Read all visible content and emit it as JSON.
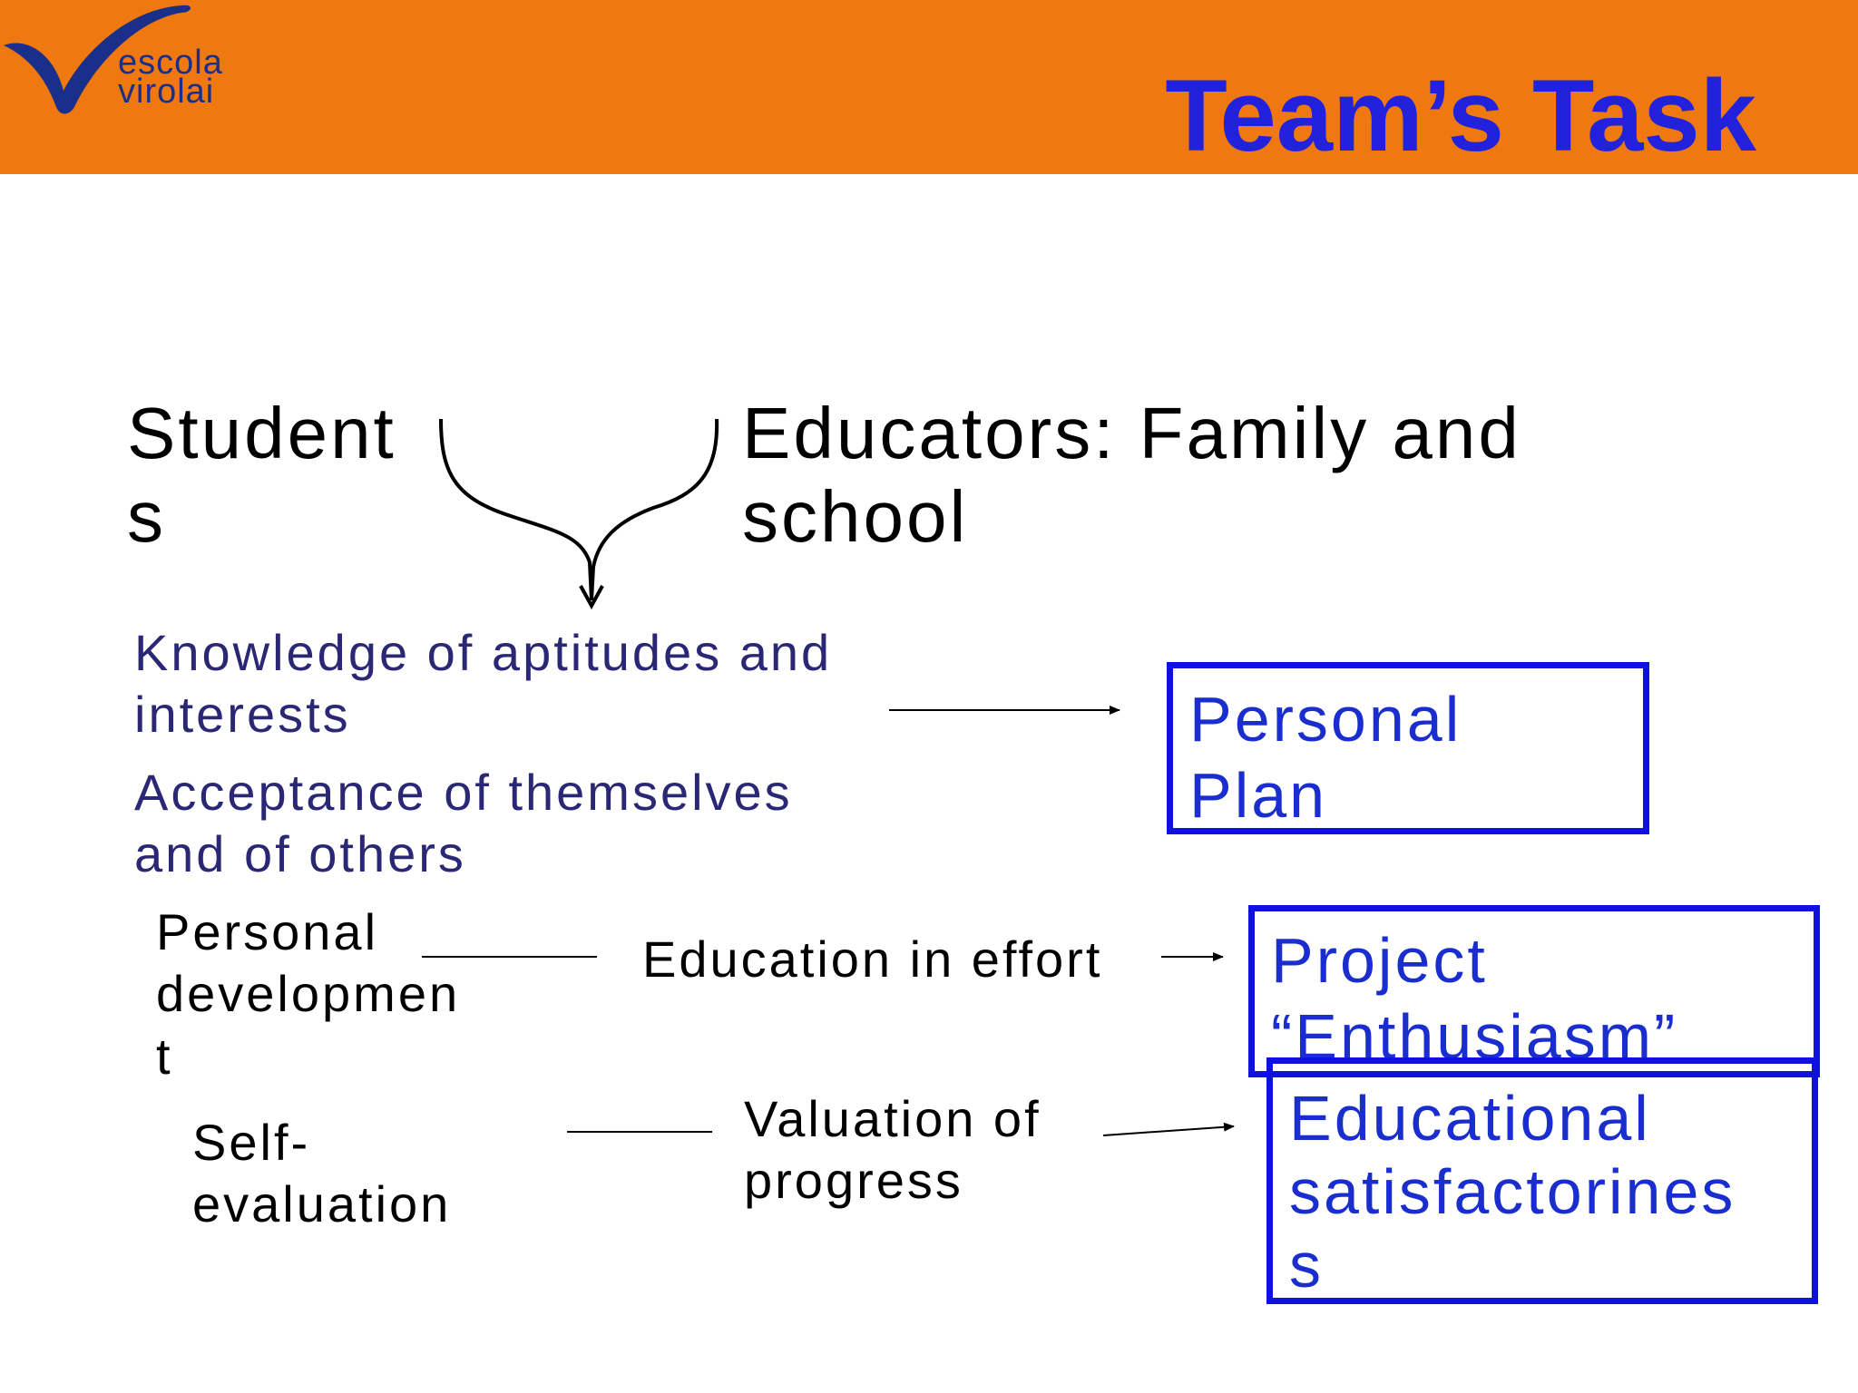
{
  "header": {
    "title": "Team’s Task",
    "logo": {
      "line1": "escola",
      "line2": "virolai"
    },
    "color": "#F07810"
  },
  "diagram": {
    "students": "Student\ns",
    "educators": "Educators: Family and\nschool",
    "knowledge": "Knowledge of aptitudes and\ninterests",
    "acceptance": "Acceptance of themselves\nand of others",
    "personal_development": "Personal\ndevelopmen\nt",
    "education_in_effort": "Education in effort",
    "self_evaluation": "Self-\nevaluation",
    "valuation_of_progress": "Valuation of\nprogress",
    "box_personal_plan": "Personal\nPlan",
    "box_project": "Project\n“Enthusiasm”",
    "box_educational": "Educational\nsatisfactorines\ns"
  },
  "colors": {
    "title": "#2222DD",
    "box_border": "#1010E0",
    "box_text": "#1A2ED0",
    "navy_text": "#2A2875"
  }
}
